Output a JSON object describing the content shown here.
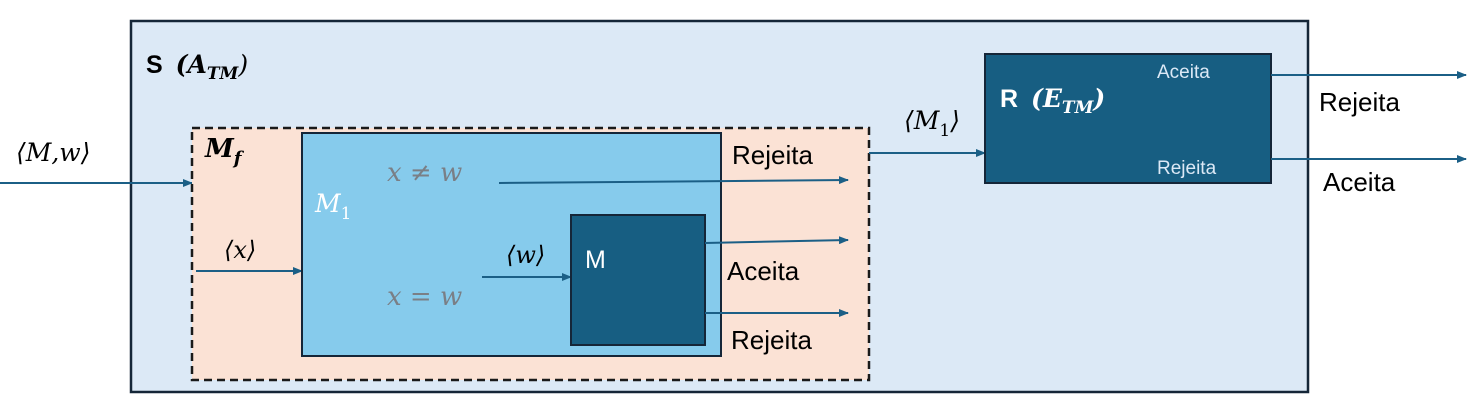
{
  "colors": {
    "outer_fill": "#dce9f6",
    "outer_stroke": "#152638",
    "mf_fill": "#fbe2d5",
    "m1_fill": "#86cbec",
    "dark_box": "#175e82",
    "arrow": "#1b5f86",
    "math_gray": "#7a7f86"
  },
  "input_label": "⟨M,w⟩",
  "s_box": {
    "letter": "S",
    "sub_main": "A",
    "sub_script": "TM"
  },
  "mf_box": {
    "letter": "M",
    "subscript": "f"
  },
  "m1_box": {
    "letter": "M",
    "subscript": "1",
    "cond_neq": "x ≠ w",
    "cond_eq": "x = w",
    "x_input": "⟨x⟩",
    "w_input": "⟨w⟩"
  },
  "m_box": {
    "label": "M"
  },
  "out_rejeita_top": "Rejeita",
  "out_aceita_mid": "Aceita",
  "out_rejeita_bottom": "Rejeita",
  "m1_output": {
    "open": "⟨",
    "letter": "M",
    "subscript": "1",
    "close": "⟩"
  },
  "r_box": {
    "letter": "R",
    "sub_main": "E",
    "sub_script": "TM",
    "port_top": "Aceita",
    "port_bottom": "Rejeita"
  },
  "final_top": "Rejeita",
  "final_bottom": "Aceita"
}
